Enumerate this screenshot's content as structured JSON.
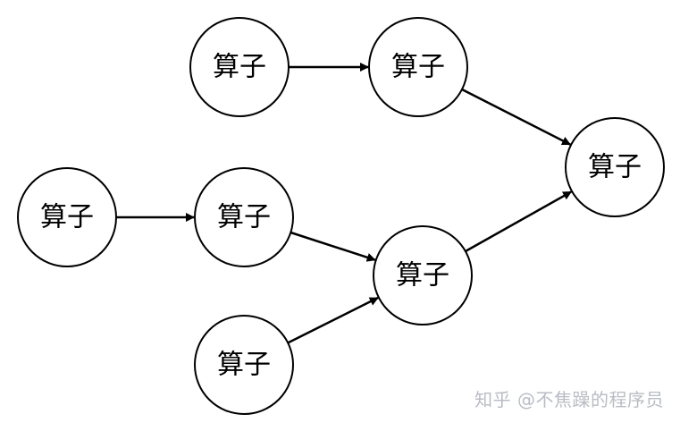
{
  "diagram": {
    "nodes": [
      {
        "id": "n1",
        "label": "算子"
      },
      {
        "id": "n2",
        "label": "算子"
      },
      {
        "id": "n3",
        "label": "算子"
      },
      {
        "id": "n4",
        "label": "算子"
      },
      {
        "id": "n5",
        "label": "算子"
      },
      {
        "id": "n6",
        "label": "算子"
      },
      {
        "id": "n7",
        "label": "算子"
      }
    ],
    "edges": [
      {
        "from": "n1",
        "to": "n2"
      },
      {
        "from": "n2",
        "to": "n3"
      },
      {
        "from": "n4",
        "to": "n5"
      },
      {
        "from": "n5",
        "to": "n6"
      },
      {
        "from": "n7",
        "to": "n6"
      },
      {
        "from": "n6",
        "to": "n3"
      }
    ],
    "stroke_color": "#000000",
    "fill_color": "#ffffff"
  },
  "watermark": {
    "text": "知乎 @不焦躁的程序员",
    "color": "#b9bcc4"
  }
}
